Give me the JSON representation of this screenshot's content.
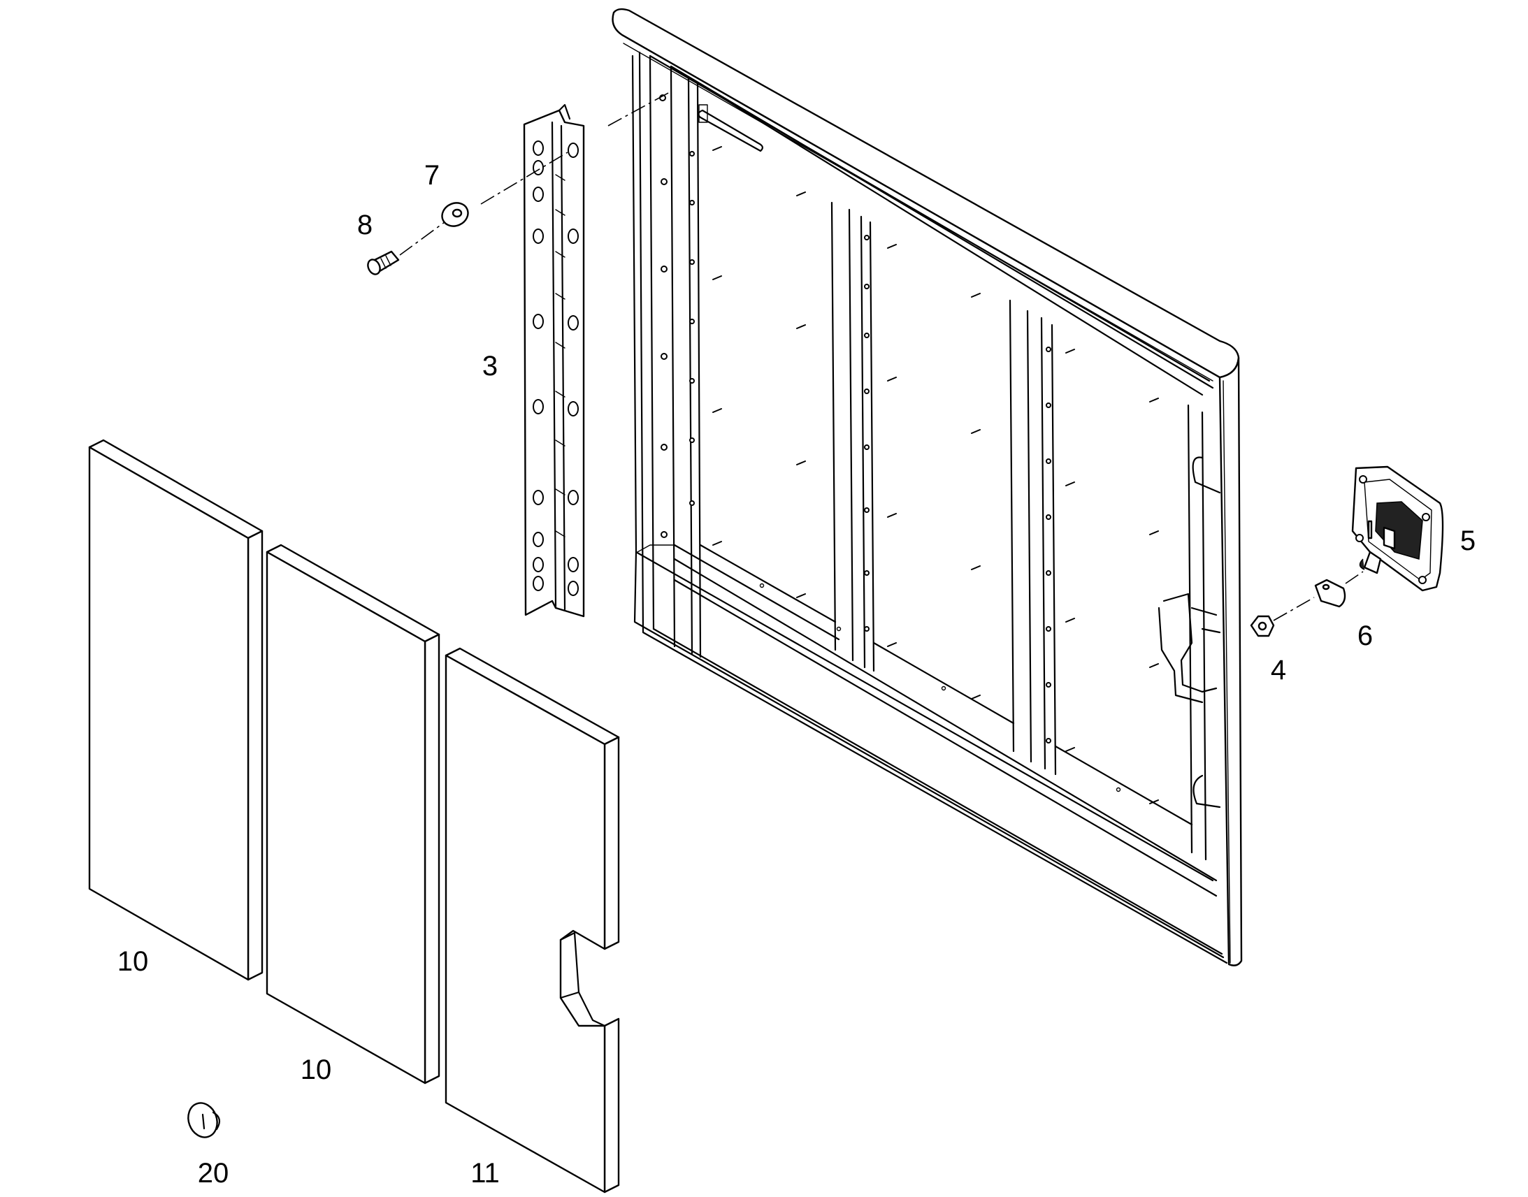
{
  "callouts": {
    "c3": "3",
    "c4": "4",
    "c5": "5",
    "c6": "6",
    "c7": "7",
    "c8": "8",
    "c10a": "10",
    "c10b": "10",
    "c11": "11",
    "c20": "20"
  },
  "colors": {
    "line": "#000000",
    "background": "#ffffff"
  }
}
